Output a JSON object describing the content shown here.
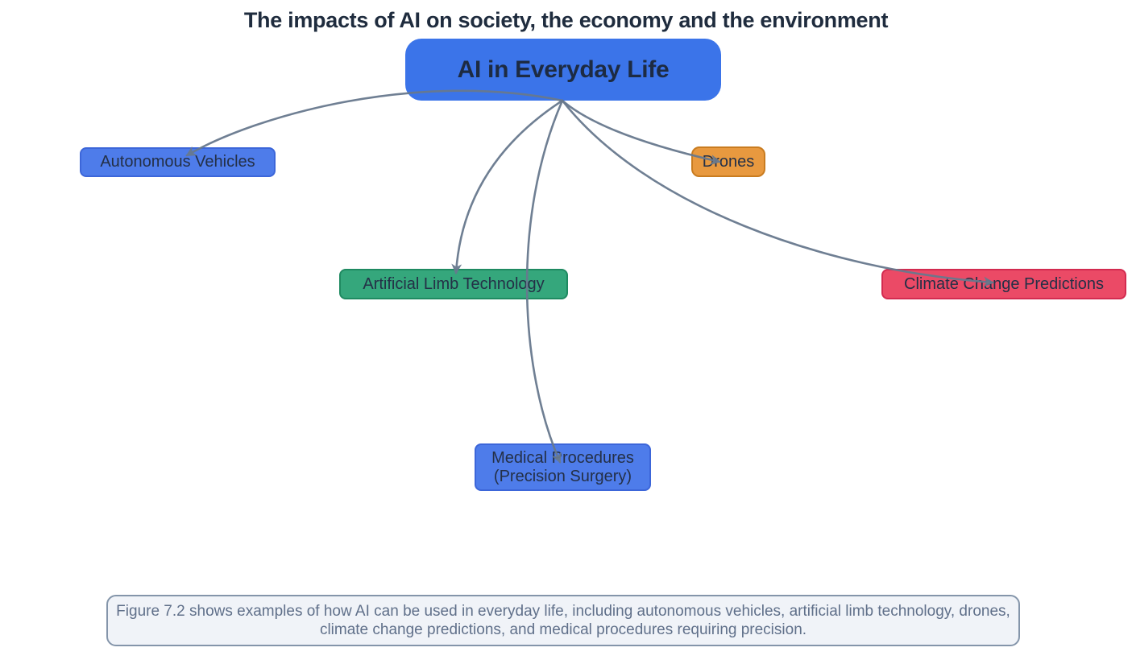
{
  "title": "The impacts of AI on society, the economy and the environment",
  "diagram": {
    "root": {
      "label": "AI in Everyday Life",
      "fill": "#3b74e9",
      "text_color": "#1d2b42"
    },
    "nodes": [
      {
        "id": "autonomous-vehicles",
        "label": "Autonomous Vehicles",
        "fill": "#4e7cea",
        "border": "#3c66d9"
      },
      {
        "id": "drones",
        "label": "Drones",
        "fill": "#e8993f",
        "border": "#c97c20"
      },
      {
        "id": "artificial-limb-technology",
        "label": "Artificial Limb Technology",
        "fill": "#35a77c",
        "border": "#1f8a61"
      },
      {
        "id": "climate-change-predictions",
        "label": "Climate Change Predictions",
        "fill": "#eb4a66",
        "border": "#d32b50"
      },
      {
        "id": "medical-procedures",
        "label": "Medical Procedures\n(Precision Surgery)",
        "fill": "#4e7cea",
        "border": "#3c66d9"
      }
    ],
    "edges": [
      {
        "from": "AI in Everyday Life",
        "to": "Autonomous Vehicles"
      },
      {
        "from": "AI in Everyday Life",
        "to": "Drones"
      },
      {
        "from": "AI in Everyday Life",
        "to": "Artificial Limb Technology"
      },
      {
        "from": "AI in Everyday Life",
        "to": "Climate Change Predictions"
      },
      {
        "from": "AI in Everyday Life",
        "to": "Medical Procedures (Precision Surgery)"
      }
    ],
    "edge_color": "#68798e",
    "node_text_color": "#243047"
  },
  "caption": {
    "text": "Figure 7.2 shows examples of how AI can be used in everyday life, including autonomous vehicles, artificial limb technology, drones, climate change predictions, and medical procedures requiring precision."
  }
}
